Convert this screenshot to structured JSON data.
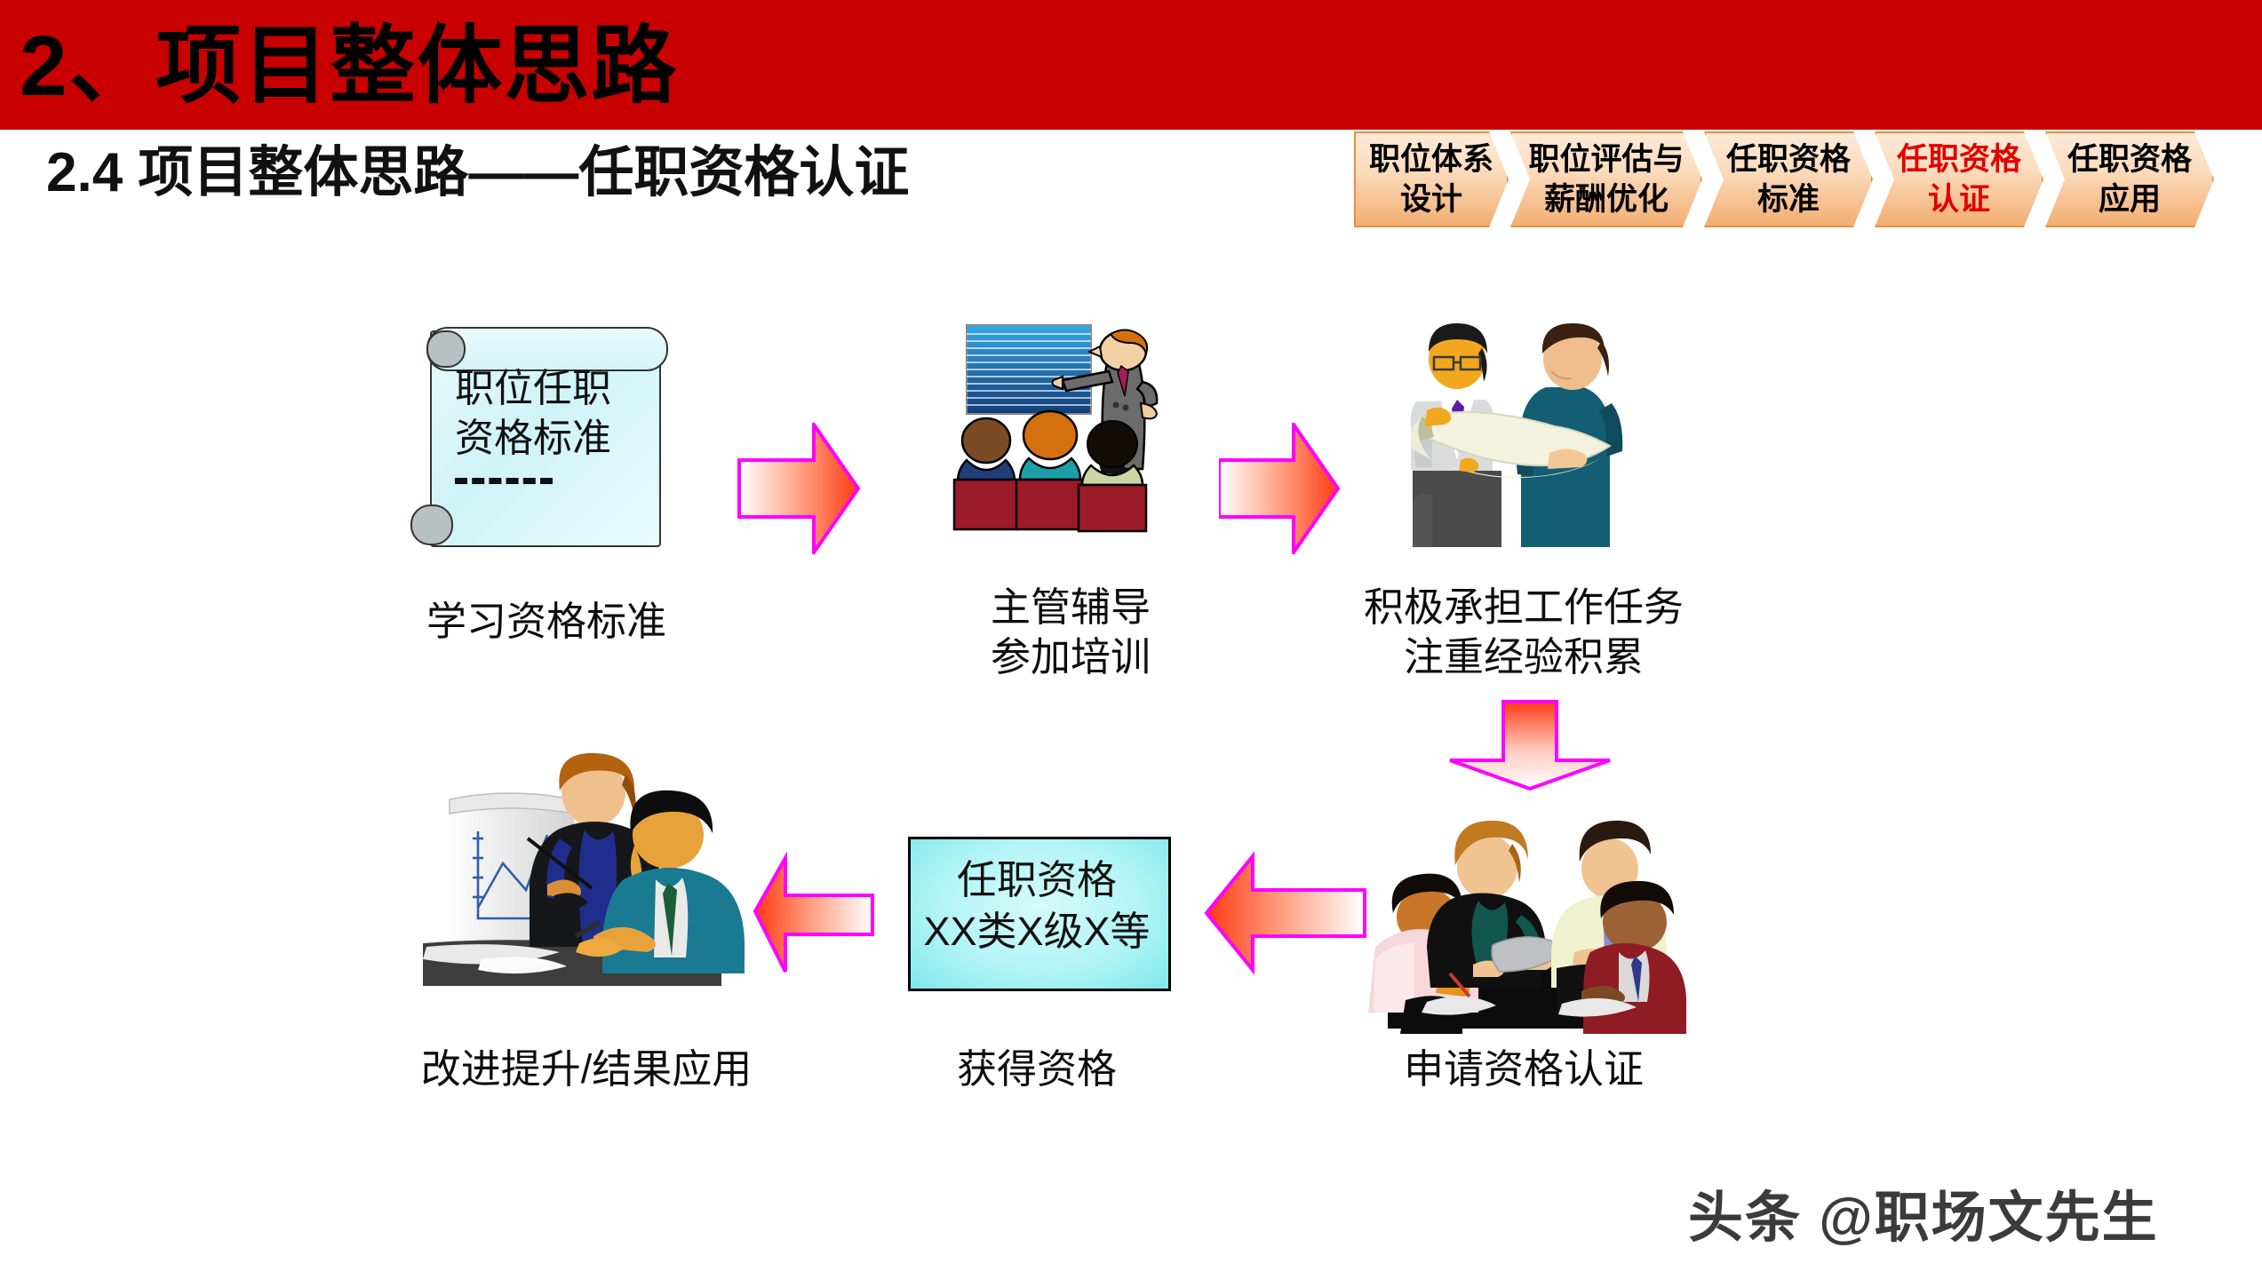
{
  "slide": {
    "header_number_title": "2、项目整体思路",
    "subtitle": "2.4  项目整体思路——任职资格认证",
    "header_bg_color": "#C80000",
    "accent_active_color": "#E00000",
    "watermark": "头条 @职场文先生"
  },
  "nav": {
    "items": [
      {
        "line1": "职位体系",
        "line2": "设计",
        "active": false
      },
      {
        "line1": "职位评估与",
        "line2": "薪酬优化",
        "active": false
      },
      {
        "line1": "任职资格",
        "line2": "标准",
        "active": false
      },
      {
        "line1": "任职资格",
        "line2": "认证",
        "active": true
      },
      {
        "line1": "任职资格",
        "line2": "应用",
        "active": false
      }
    ]
  },
  "flow": {
    "step1": {
      "doc_line1": "职位任职",
      "doc_line2": "资格标准",
      "doc_dashes": "------",
      "caption": "学习资格标准"
    },
    "step2": {
      "caption_line1": "主管辅导",
      "caption_line2": "参加培训",
      "illustration": "trainer-presenting-to-audience"
    },
    "step3": {
      "caption_line1": "积极承担工作任务",
      "caption_line2": "注重经验积累",
      "illustration": "two-men-reviewing-blueprint"
    },
    "step4": {
      "caption": "申请资格认证",
      "illustration": "panel-interview-meeting"
    },
    "step5": {
      "box_line1": "任职资格",
      "box_line2": "XX类X级X等",
      "caption": "获得资格"
    },
    "step6": {
      "caption": "改进提升/结果应用",
      "illustration": "woman-presenting-flipchart"
    }
  },
  "arrows": {
    "a1": "arrow-right",
    "a2": "arrow-right",
    "a3": "arrow-down",
    "a4": "arrow-left",
    "a5": "arrow-left",
    "outline_color": "#FF00FF",
    "fill_from": "#FFFFFF",
    "fill_to": "#FF3A14"
  }
}
